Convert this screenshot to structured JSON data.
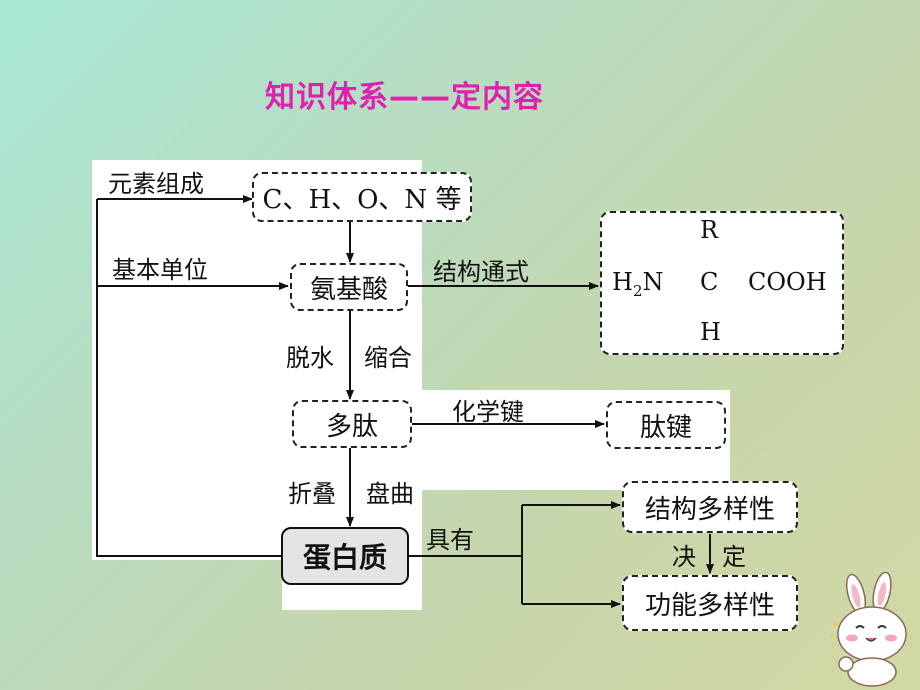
{
  "title": "知识体系——定内容",
  "nodes": {
    "elements": "C、H、O、N 等",
    "amino_acid": "氨基酸",
    "polypeptide": "多肽",
    "protein": "蛋白质",
    "peptide_bond": "肽键",
    "structural_diversity": "结构多样性",
    "functional_diversity": "功能多样性"
  },
  "labels": {
    "element_composition": "元素组成",
    "basic_unit": "基本单位",
    "general_formula": "结构通式",
    "dehydration": "脱水",
    "condensation": "缩合",
    "chemical_bond": "化学键",
    "folding": "折叠",
    "coiling": "盘曲",
    "has": "具有",
    "determines_1": "决",
    "determines_2": "定"
  },
  "formula": {
    "r_group": "R",
    "amino_group": "H",
    "amino_subscript": "2",
    "amino_n": "N",
    "carbon": "C",
    "carboxyl": "COOH",
    "hydrogen": "H"
  },
  "colors": {
    "title": "#e020b0",
    "line": "#111111"
  }
}
